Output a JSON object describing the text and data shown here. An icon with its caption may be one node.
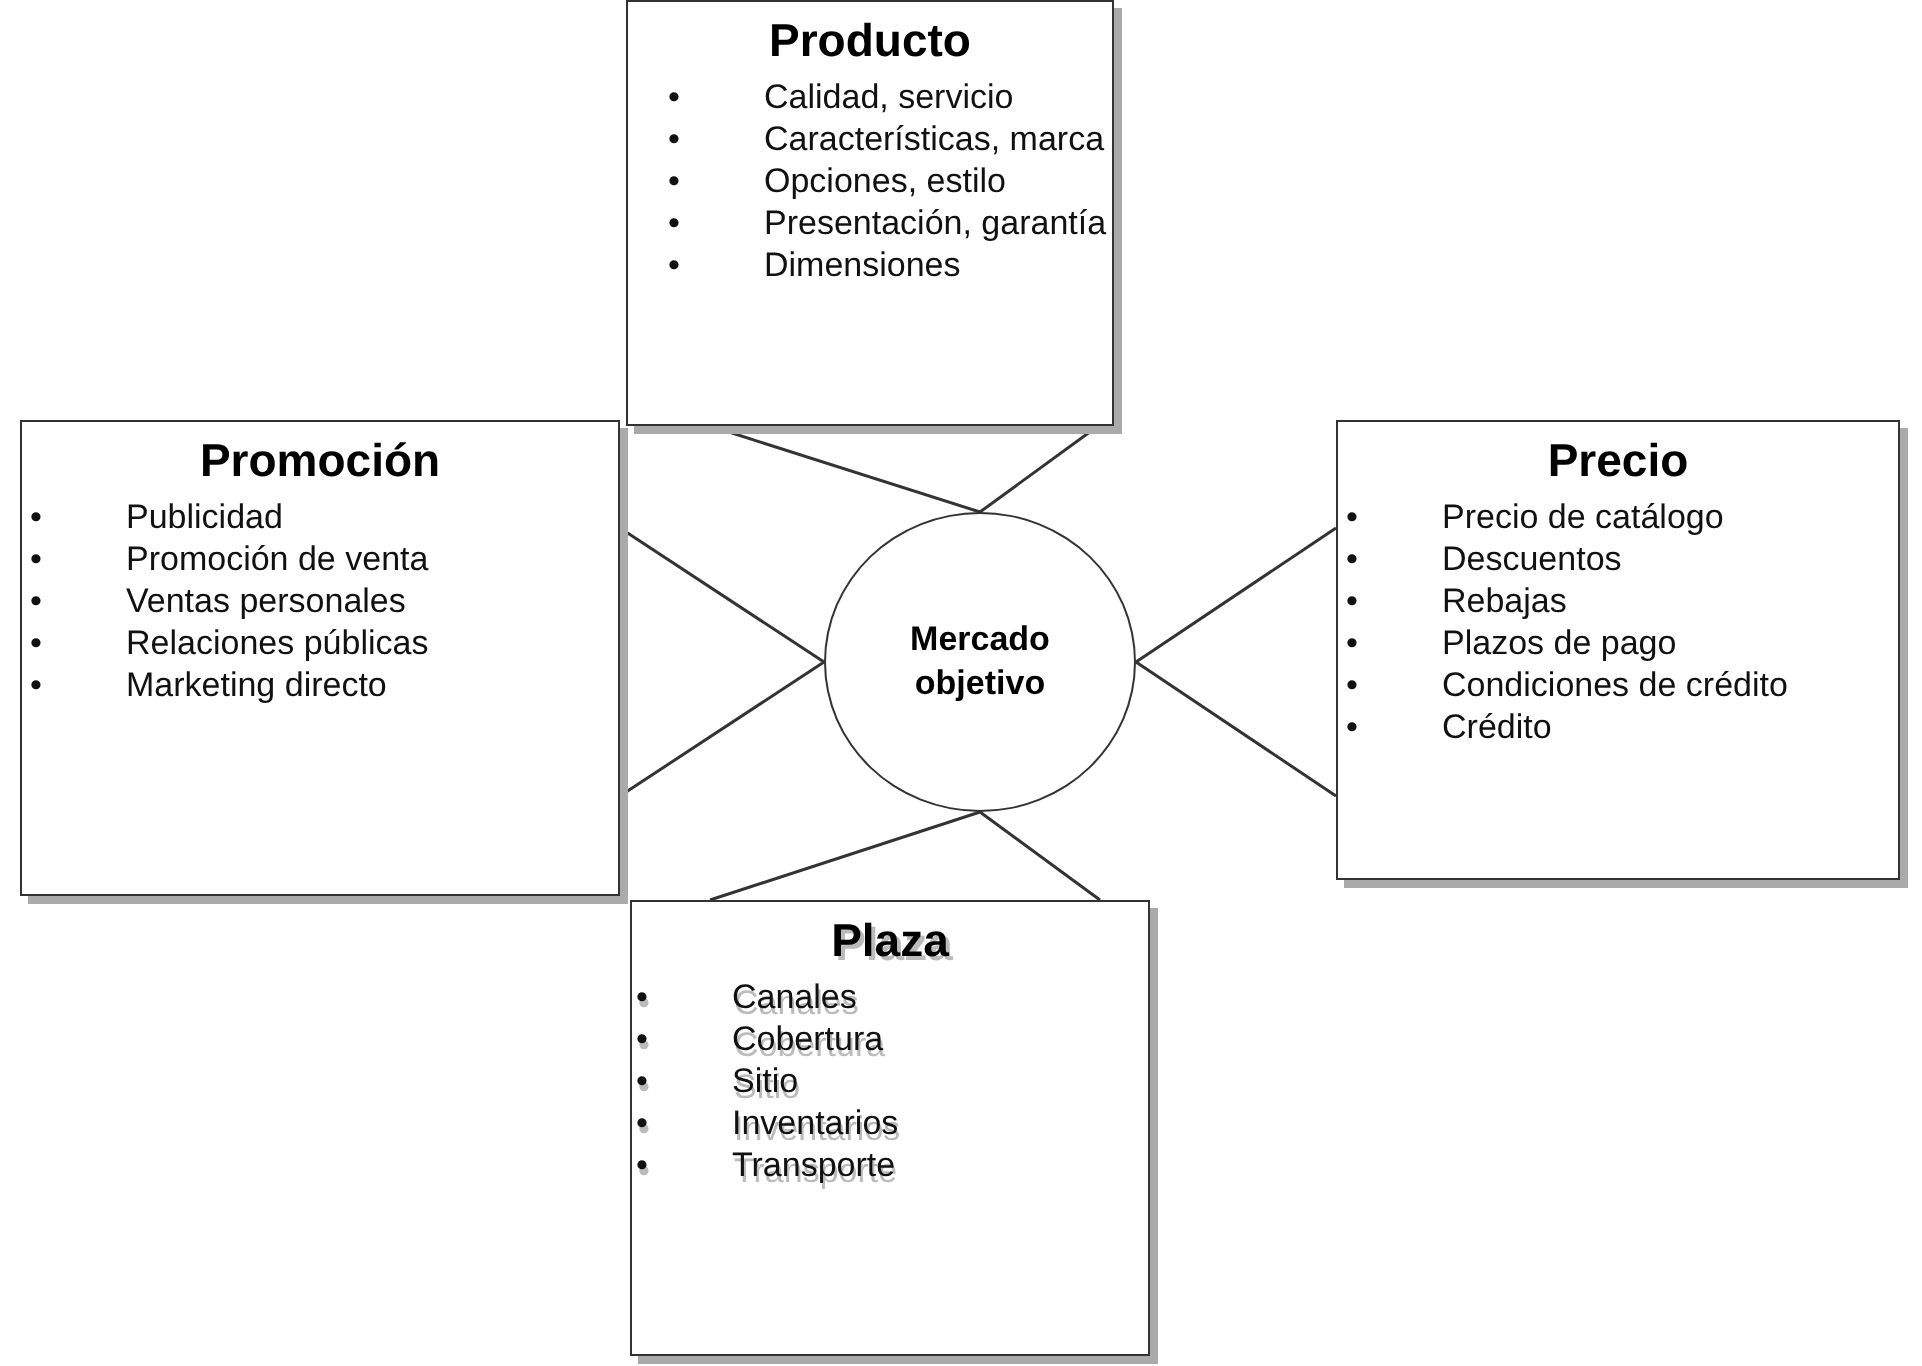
{
  "diagram": {
    "nodes": [
      {
        "text": [
          "Producto",
          "• Calidad, servicio",
          "• Características, marca",
          "• Opciones, estilo",
          "• Presentación, garantía",
          "• Dimensiones"
        ]
      },
      {
        "text": [
          "Promoción",
          "• Publicidad",
          "• Promoción de venta",
          "• Ventas personales",
          "• Relaciones públicas",
          "• Marketing directo"
        ]
      },
      {
        "text": [
          "Mercado objetivo"
        ]
      },
      {
        "text": [
          "Precio",
          "• Precio de catálogo",
          "• Descuentos",
          "• Rebajas",
          "• Plazos de pago",
          "• Condiciones de crédito",
          "• Crédito"
        ]
      },
      {
        "text": [
          "Plaza",
          "• Canales",
          "• Cobertura",
          "• Sitio",
          "• Inventarios",
          "• Transporte"
        ]
      }
    ],
    "edges": [
      {
        "from": 0,
        "to": 2,
        "arrow": "none"
      },
      {
        "from": 1,
        "to": 2,
        "arrow": "none"
      },
      {
        "from": 3,
        "to": 2,
        "arrow": "none"
      },
      {
        "from": 4,
        "to": 2,
        "arrow": "none"
      }
    ]
  }
}
